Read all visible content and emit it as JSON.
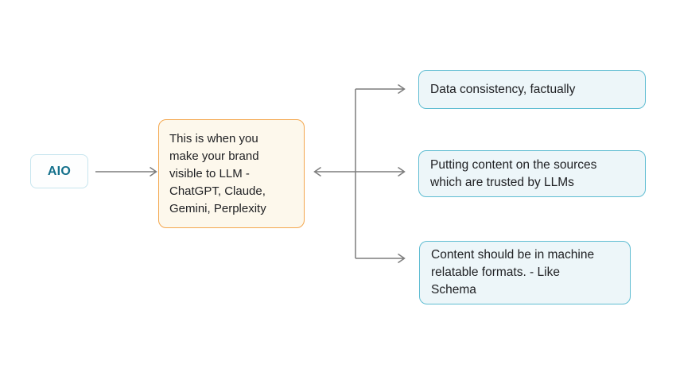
{
  "diagram": {
    "root": {
      "label": "AIO"
    },
    "definition": {
      "text": "This is when you\nmake your brand\nvisible to LLM -\nChatGPT, Claude,\nGemini, Perplexity"
    },
    "details": [
      {
        "text": "Data consistency, factually"
      },
      {
        "text": "Putting content on the sources\nwhich are trusted by LLMs"
      },
      {
        "text": "Content should be in machine\nrelatable formats. - Like\nSchema"
      }
    ]
  },
  "colors": {
    "canvas-bg": "#ffffff",
    "root-bg": "#fdfefe",
    "root-border": "#c7e5ee",
    "root-text": "#15718c",
    "definition-bg": "#fdf8ec",
    "definition-border": "#f4a74e",
    "detail-bg": "#edf6f9",
    "detail-border": "#5fbdd2",
    "connector": "#7d7d7d",
    "text": "#202124"
  }
}
